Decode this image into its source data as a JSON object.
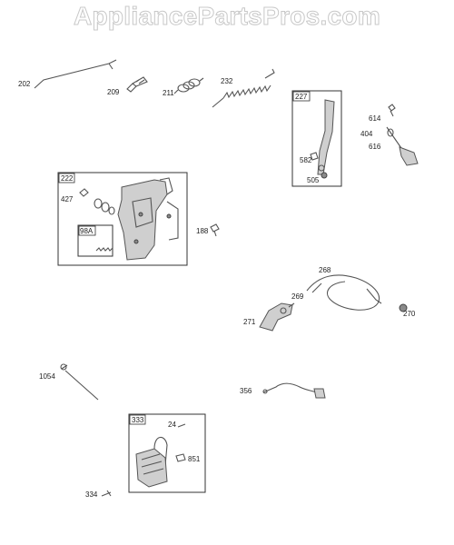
{
  "watermark": "AppliancePartsPros.com",
  "labels": {
    "p202": "202",
    "p209": "209",
    "p211": "211",
    "p232": "232",
    "p227": "227",
    "p614": "614",
    "p404": "404",
    "p616": "616",
    "p582": "582",
    "p505": "505",
    "p222": "222",
    "p427": "427",
    "p98a": "98A",
    "p188": "188",
    "p268": "268",
    "p269": "269",
    "p271": "271",
    "p270": "270",
    "p1054": "1054",
    "p356": "356",
    "p333": "333",
    "p24": "24",
    "p851": "851",
    "p334": "334"
  }
}
